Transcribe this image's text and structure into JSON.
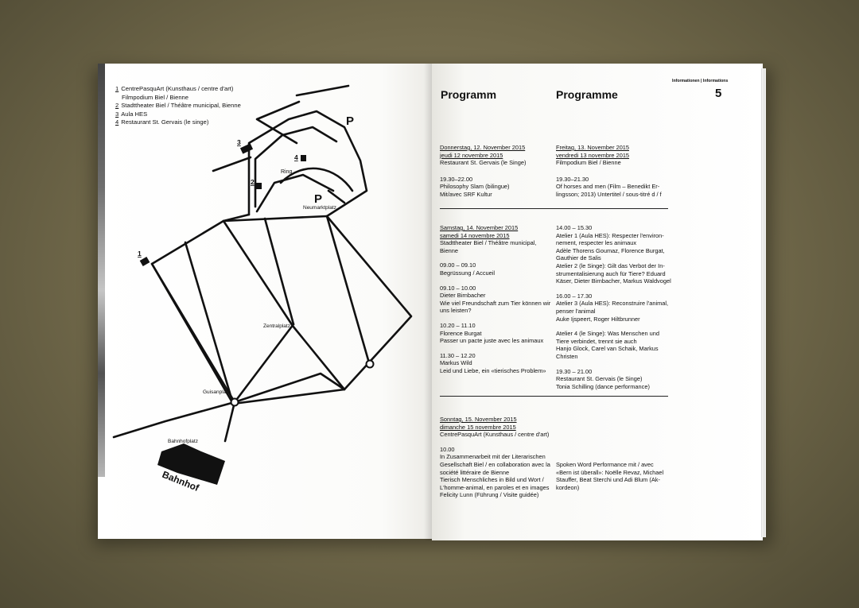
{
  "left_page": {
    "legend": [
      {
        "num": "1",
        "text": "CentrePasquArt (Kunsthaus / centre d'art)"
      },
      {
        "num": "",
        "text": "Filmpodium Biel / Bienne"
      },
      {
        "num": "2",
        "text": "Stadttheater Biel / Théâtre municipal, Bienne"
      },
      {
        "num": "3",
        "text": "Aula HES"
      },
      {
        "num": "4",
        "text": "Restaurant St. Gervais (le singe)"
      }
    ],
    "map": {
      "parking_label": "P",
      "labels": {
        "neumarktplatz": "Neumarktplatz",
        "ring": "Ring",
        "zentralplatz": "Zentralplatz",
        "guisanplatz": "Guisanplatz",
        "bahnhofplatz": "Bahnhofplatz",
        "bahnhof": "Bahnhof"
      },
      "markers": [
        "1",
        "2",
        "3",
        "4"
      ]
    }
  },
  "right_page": {
    "section_label": "Informationen | Informations",
    "title_de": "Programm",
    "title_fr": "Programme",
    "page_number": "5",
    "day1_left": {
      "date_de": "Donnerstag, 12. November 2015",
      "date_fr": "jeudi 12 novembre 2015",
      "venue": "Restaurant St. Gervais (le Singe)",
      "lines": [
        "19.30–22.00",
        "Philosophy Slam (bilingue)",
        "Mit/avec SRF Kultur"
      ]
    },
    "day1_right": {
      "date_de": "Freitag, 13. November 2015",
      "date_fr": "vendredi 13 novembre 2015",
      "venue": "Filmpodium Biel / Bienne",
      "lines": [
        "19.30–21.30",
        "Of horses and men (Film – Benedikt Er-",
        "lingsson; 2013) Untertitel / sous-titré d / f"
      ]
    },
    "day2_left": {
      "date_de": "Samstag, 14. November 2015",
      "date_fr": "samedi 14 novembre 2015",
      "venue": [
        "Stadttheater Biel / Théâtre municipal,",
        "Bienne"
      ],
      "blocks": [
        [
          "09.00 – 09.10",
          "Begrüssung / Accueil"
        ],
        [
          "09.10 – 10.00",
          "Dieter Birnbacher",
          "Wie viel Freundschaft zum Tier können wir",
          "uns leisten?"
        ],
        [
          "10.20 – 11.10",
          "Florence Burgat",
          "Passer un pacte juste avec les animaux"
        ],
        [
          "11.30 – 12.20",
          "Markus Wild",
          "Leid und Liebe, ein «tierisches Problem»"
        ]
      ]
    },
    "day2_right": {
      "blocks": [
        [
          "14.00 – 15.30",
          "Atelier 1 (Aula HES): Respecter l'environ-",
          "nement, respecter les animaux",
          "Adèle Thorens Goumaz, Florence Burgat,",
          "Gauthier de Salis",
          "Atelier 2 (le Singe): Gilt das Verbot der In-",
          "strumentalisierung auch für Tiere? Eduard",
          "Käser, Dieter Birnbacher, Markus Waldvogel"
        ],
        [
          "16.00 – 17.30",
          "Atelier 3 (Aula HES): Reconstruire l'animal,",
          "penser l'animal",
          "Auke Ijspeert, Roger Hiltbrunner"
        ],
        [
          "Atelier 4 (le Singe): Was Menschen und",
          "Tiere verbindet, trennt sie auch",
          "Hanjo Glock, Carel van Schaik, Markus",
          "Christen"
        ],
        [
          "19.30 – 21.00",
          "Restaurant St. Gervais (le Singe)",
          "Tonia Schilling (dance performance)"
        ]
      ]
    },
    "day3_left": {
      "date_de": "Sonntag, 15. November 2015",
      "date_fr": "dimanche 15 novembre 2015",
      "venue": "CentrePasquArt (Kunsthaus / centre d'art)",
      "lines": [
        "10.00",
        "In Zusammenarbeit mit der Literarischen",
        "Gesellschaft Biel / en collaboration avec la",
        "société littéraire de Bienne",
        "Tierisch Menschliches in Bild und Wort /",
        "L'homme-animal, en paroles et en images",
        "Felicity Lunn (Führung / Visite guidée)"
      ]
    },
    "day3_right": {
      "lines": [
        "Spoken Word Performance mit / avec",
        "«Bern ist überall»: Noëlle Revaz, Michael",
        "Stauffer, Beat Sterchi und Adi Blum (Ak-",
        "kordeon)"
      ]
    }
  }
}
